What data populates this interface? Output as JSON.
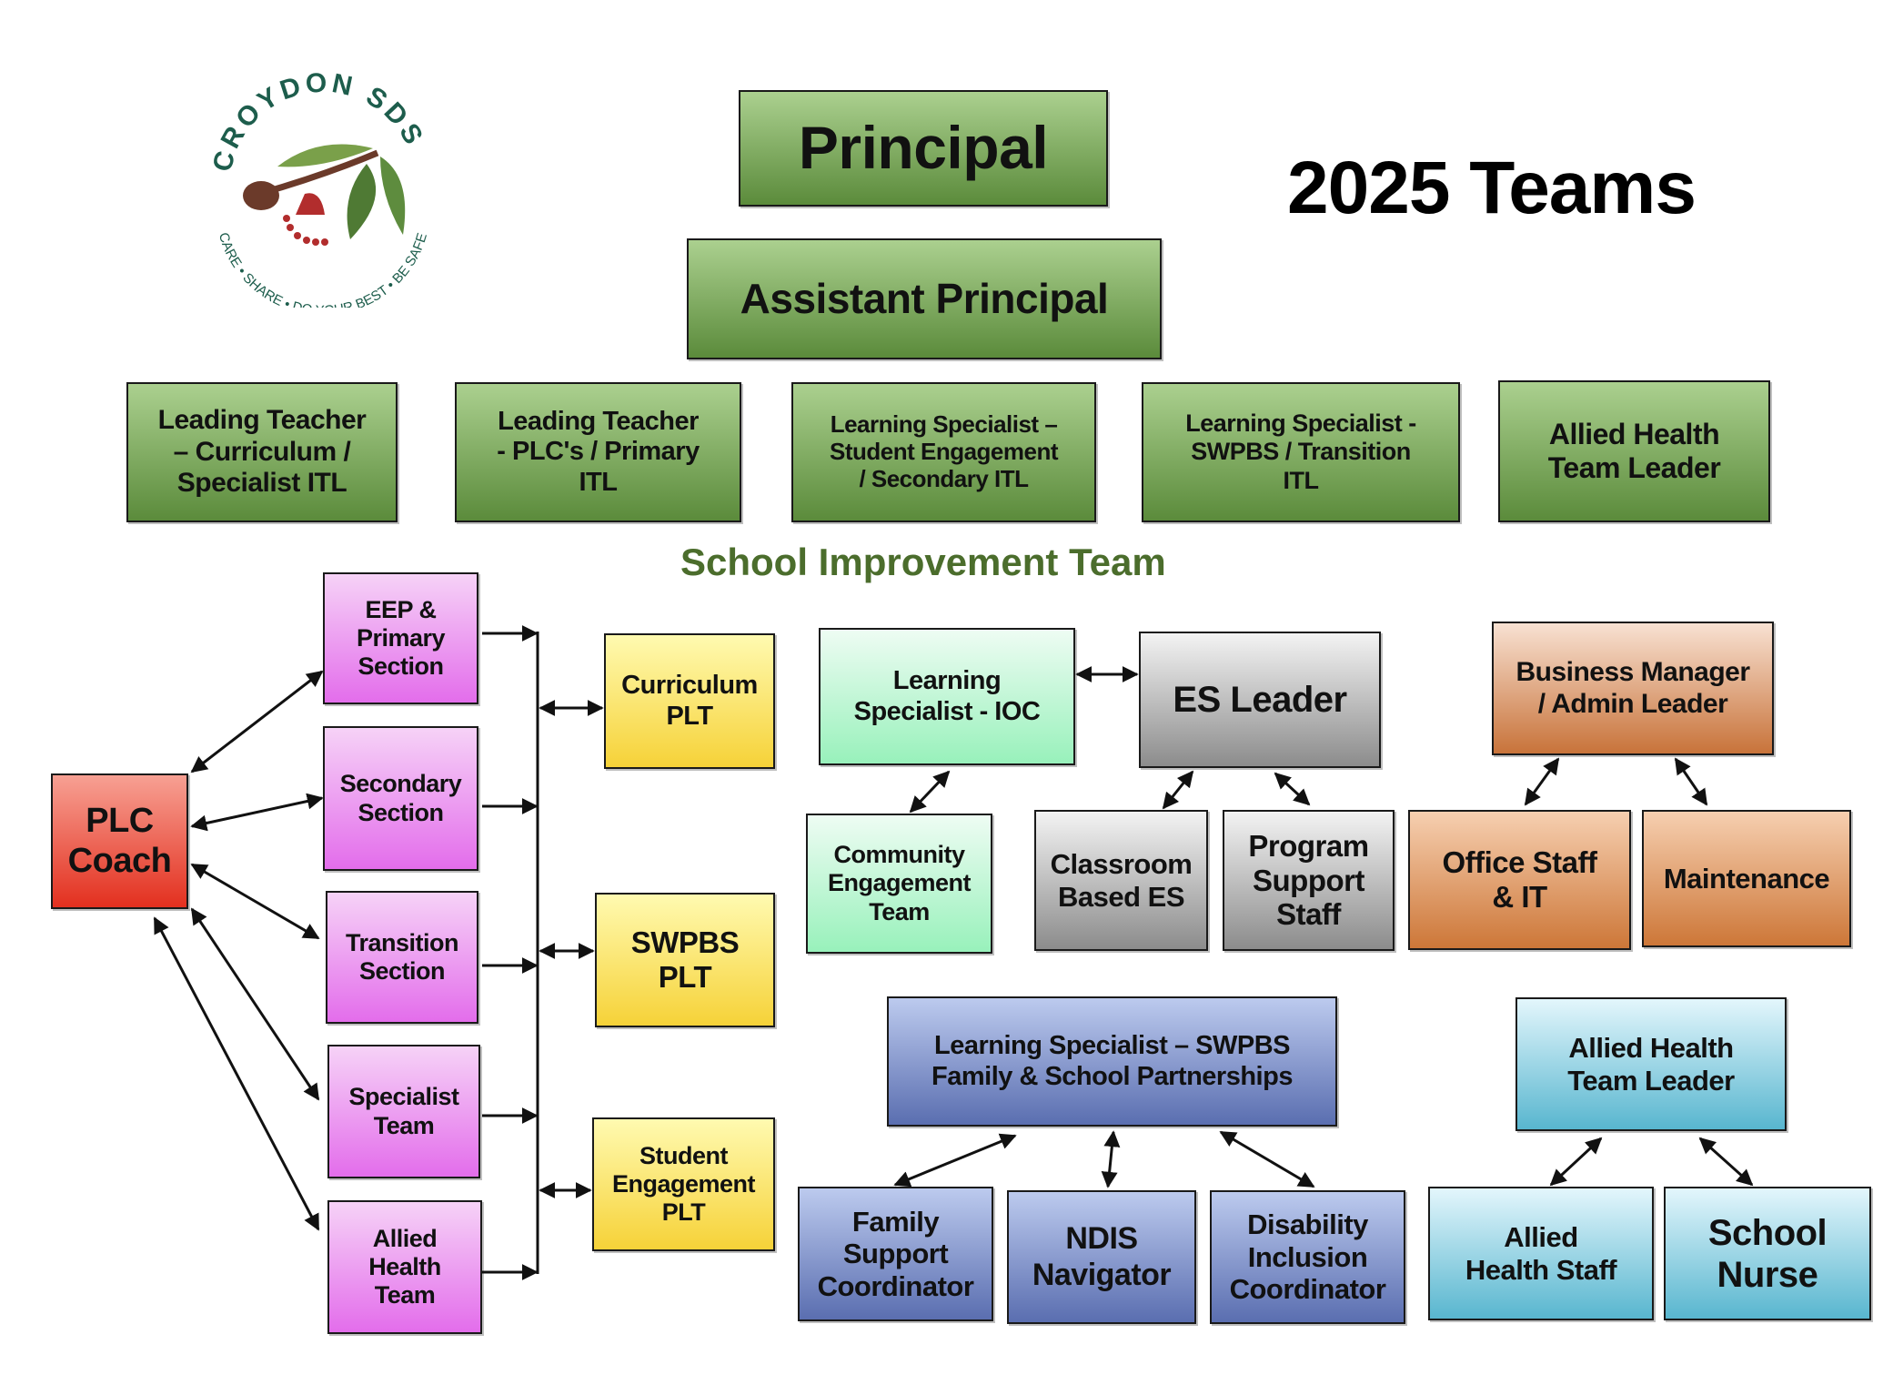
{
  "logo": {
    "name": "CROYDON SDS",
    "motto": "CARE • SHARE • DO YOUR BEST • BE SAFE"
  },
  "title": "2025 Teams",
  "principal": "Principal",
  "assistant_principal": "Assistant Principal",
  "leadership": [
    "Leading Teacher\n– Curriculum /\nSpecialist ITL",
    "Leading Teacher\n- PLC's / Primary\nITL",
    "Learning Specialist –\nStudent Engagement\n/ Secondary ITL",
    "Learning Specialist -\nSWPBS / Transition\nITL",
    "Allied Health\nTeam Leader"
  ],
  "section_label": "School Improvement Team",
  "plc_coach": "PLC\nCoach",
  "sections": [
    "EEP &\nPrimary\nSection",
    "Secondary\nSection",
    "Transition\nSection",
    "Specialist\nTeam",
    "Allied\nHealth\nTeam"
  ],
  "plts": [
    "Curriculum\nPLT",
    "SWPBS\nPLT",
    "Student\nEngagement\nPLT"
  ],
  "ioc": "Learning\nSpecialist - IOC",
  "es_leader": "ES Leader",
  "community": "Community\nEngagement\nTeam",
  "classroom_es": "Classroom\nBased ES",
  "program_support": "Program\nSupport\nStaff",
  "business_manager": "Business Manager\n/ Admin Leader",
  "office_staff": "Office Staff\n& IT",
  "maintenance": "Maintenance",
  "swpbs_family": "Learning Specialist – SWPBS\nFamily & School Partnerships",
  "family_support": "Family\nSupport\nCoordinator",
  "ndis": "NDIS\nNavigator",
  "disability": "Disability\nInclusion\nCoordinator",
  "ah_leader": "Allied Health\nTeam Leader",
  "ah_staff": "Allied\nHealth Staff",
  "school_nurse": "School\nNurse"
}
